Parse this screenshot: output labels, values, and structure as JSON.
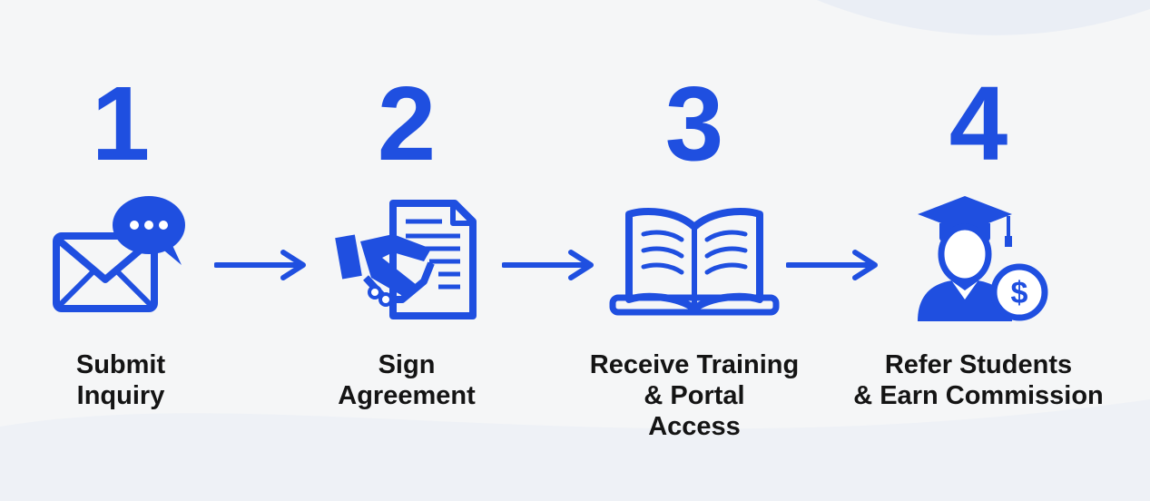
{
  "colors": {
    "accent": "#1f4fe0",
    "text": "#141414",
    "background": "#f5f6f7"
  },
  "steps": [
    {
      "number": "1",
      "icon": "envelope-chat-icon",
      "label_lines": [
        "Submit",
        "Inquiry"
      ]
    },
    {
      "number": "2",
      "icon": "handshake-document-icon",
      "label_lines": [
        "Sign",
        "Agreement"
      ]
    },
    {
      "number": "3",
      "icon": "open-book-laptop-icon",
      "label_lines": [
        "Receive Training",
        "& Portal",
        "Access"
      ]
    },
    {
      "number": "4",
      "icon": "graduate-dollar-icon",
      "label_lines": [
        "Refer Students",
        "& Earn Commission"
      ]
    }
  ],
  "arrows": [
    "arrow-right-icon",
    "arrow-right-icon",
    "arrow-right-icon"
  ]
}
